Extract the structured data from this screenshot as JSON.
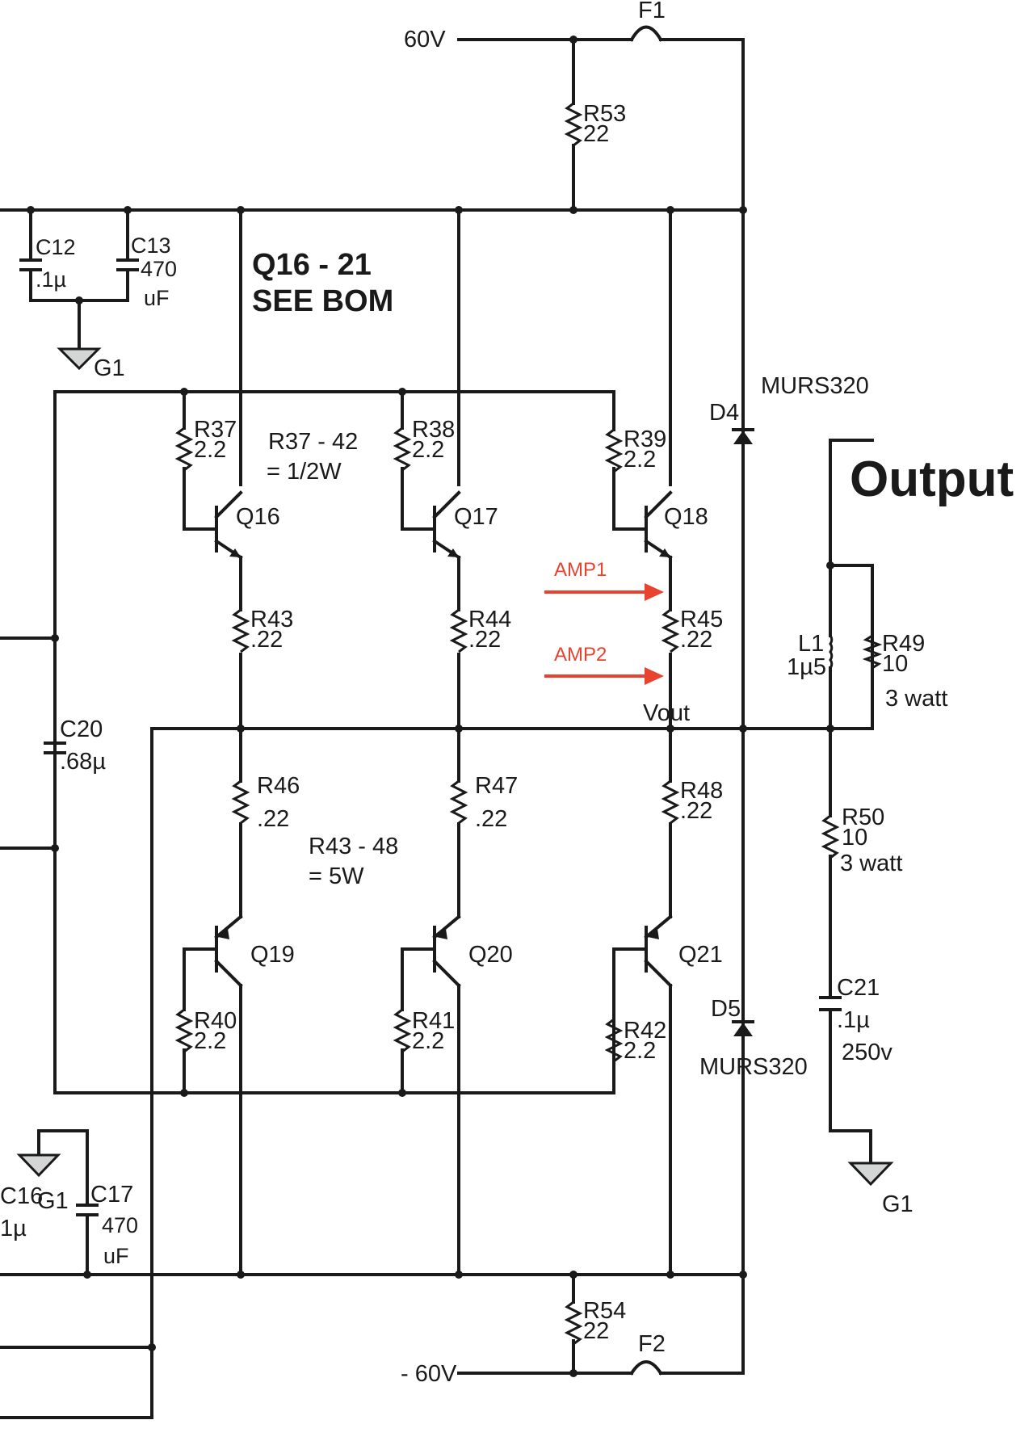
{
  "supply": {
    "pos": "60V",
    "neg": "- 60V"
  },
  "fuses": {
    "f1": "F1",
    "f2": "F2"
  },
  "notes": {
    "transistors_line1": "Q16 - 21",
    "transistors_line2": "SEE  BOM",
    "r37_42_line1": "R37 - 42",
    "r37_42_line2": "= 1/2W",
    "r43_48_line1": "R43 - 48",
    "r43_48_line2": "= 5W"
  },
  "output_label": "Output",
  "vout_label": "Vout",
  "annotations": {
    "amp1": "AMP1",
    "amp2": "AMP2",
    "color": "#e8432e"
  },
  "resistors": {
    "r53": {
      "ref": "R53",
      "value": "22"
    },
    "r54": {
      "ref": "R54",
      "value": "22"
    },
    "r37": {
      "ref": "R37",
      "value": "2.2"
    },
    "r38": {
      "ref": "R38",
      "value": "2.2"
    },
    "r39": {
      "ref": "R39",
      "value": "2.2"
    },
    "r40": {
      "ref": "R40",
      "value": "2.2"
    },
    "r41": {
      "ref": "R41",
      "value": "2.2"
    },
    "r42": {
      "ref": "R42",
      "value": "2.2"
    },
    "r43": {
      "ref": "R43",
      "value": ".22"
    },
    "r44": {
      "ref": "R44",
      "value": ".22"
    },
    "r45": {
      "ref": "R45",
      "value": ".22"
    },
    "r46": {
      "ref": "R46",
      "value": ".22"
    },
    "r47": {
      "ref": "R47",
      "value": ".22"
    },
    "r48": {
      "ref": "R48",
      "value": ".22"
    },
    "r49": {
      "ref": "R49",
      "value": "10",
      "power": "3 watt"
    },
    "r50": {
      "ref": "R50",
      "value": "10",
      "power": "3 watt"
    }
  },
  "capacitors": {
    "c12": {
      "ref": "C12",
      "value": ".1µ"
    },
    "c13": {
      "ref": "C13",
      "value": "470",
      "unit": "uF"
    },
    "c16": {
      "ref": "C16",
      "value": "1µ"
    },
    "c17": {
      "ref": "C17",
      "value": "470",
      "unit": "uF"
    },
    "c20": {
      "ref": "C20",
      "value": ".68µ"
    },
    "c21": {
      "ref": "C21",
      "value": ".1µ",
      "voltage": "250v"
    }
  },
  "inductor": {
    "ref": "L1",
    "value": "1µ5"
  },
  "diodes": {
    "d4": {
      "ref": "D4",
      "part": "MURS320"
    },
    "d5": {
      "ref": "D5",
      "part": "MURS320"
    }
  },
  "transistors": {
    "q16": "Q16",
    "q17": "Q17",
    "q18": "Q18",
    "q19": "Q19",
    "q20": "Q20",
    "q21": "Q21"
  },
  "grounds": {
    "g1_top": "G1",
    "g1_bottom": "G1",
    "g1_right": "G1"
  }
}
